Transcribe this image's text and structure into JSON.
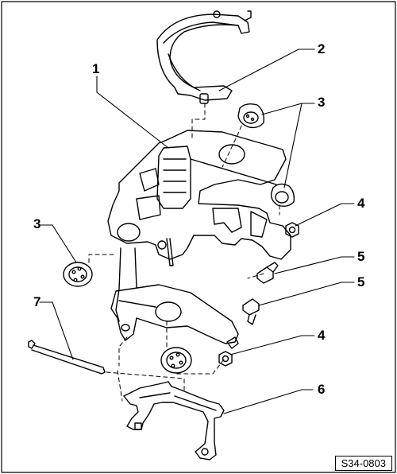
{
  "callouts": {
    "c1": "1",
    "c2": "2",
    "c3a": "3",
    "c3b": "3",
    "c4a": "4",
    "c4b": "4",
    "c5a": "5",
    "c5b": "5",
    "c6": "6",
    "c7": "7"
  },
  "figure_code": "S34-0803"
}
